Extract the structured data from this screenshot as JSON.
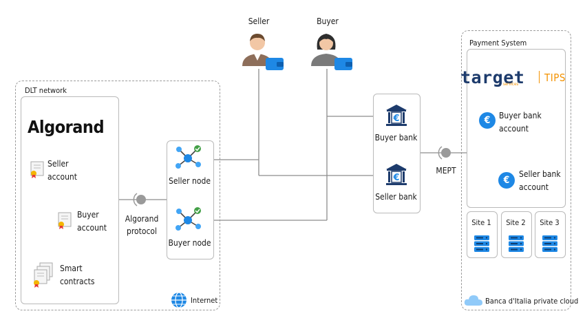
{
  "actors": {
    "seller": "Seller",
    "buyer": "Buyer"
  },
  "dlt": {
    "title": "DLT network",
    "brand": "Algorand",
    "seller_account": [
      "Seller",
      "account"
    ],
    "buyer_account": [
      "Buyer",
      "account"
    ],
    "smart_contracts": [
      "Smart",
      "contracts"
    ],
    "protocol": [
      "Algorand",
      "protocol"
    ],
    "seller_node": "Seller node",
    "buyer_node": "Buyer node",
    "internet": "Internet"
  },
  "banks": {
    "buyer_bank": "Buyer bank",
    "seller_bank": "Seller bank",
    "mept": "MEPT"
  },
  "payment": {
    "title": "Payment System",
    "target_word": "target",
    "target_sub": "services",
    "tips": "TIPS",
    "buyer_bank_account": [
      "Buyer bank",
      "account"
    ],
    "seller_bank_account": [
      "Seller bank",
      "account"
    ],
    "sites": [
      "Site 1",
      "Site 2",
      "Site 3"
    ],
    "cloud": "Banca d'Italia private cloud"
  },
  "colors": {
    "accent_blue": "#1e88e5",
    "line_grey": "#8c8c8c",
    "target_navy": "#1d3b6c",
    "tips_orange": "#f39200"
  }
}
